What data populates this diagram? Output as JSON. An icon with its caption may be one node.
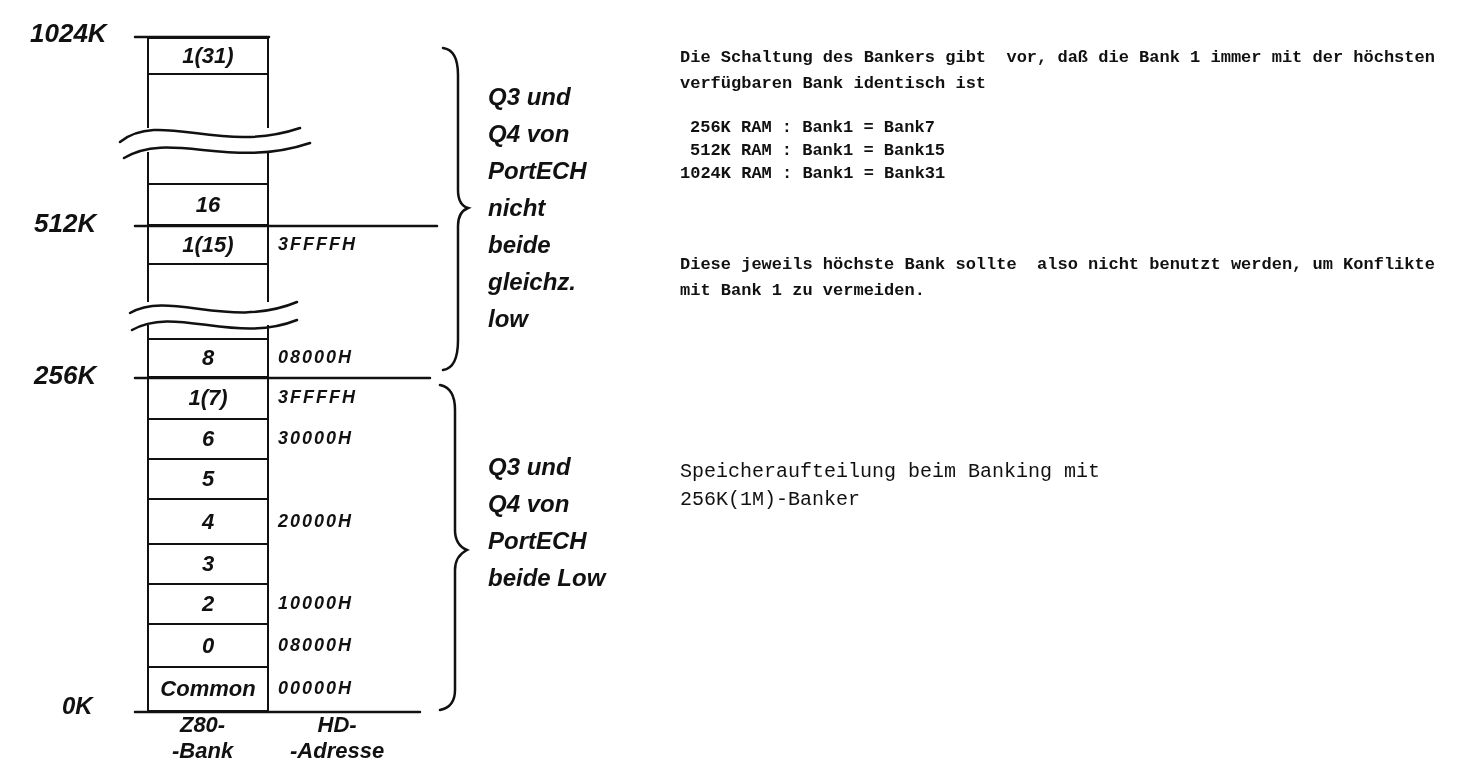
{
  "diagram": {
    "nodes": [
      {
        "text": [
          "1(31)"
        ]
      },
      {
        "text": [],
        "shape": "box"
      },
      {
        "text": [],
        "shape": "box"
      },
      {
        "text": [
          "16"
        ]
      },
      {
        "text": [
          "1(15)"
        ],
        "beside": [
          "3FFFFH"
        ]
      },
      {
        "text": [],
        "shape": "box"
      },
      {
        "text": [],
        "shape": "box"
      },
      {
        "text": [
          "8"
        ],
        "beside": [
          "08000H"
        ]
      },
      {
        "text": [
          "1(7)"
        ],
        "beside": [
          "3FFFFH"
        ]
      },
      {
        "text": [
          "6"
        ],
        "beside": [
          "30000H"
        ]
      },
      {
        "text": [
          "5"
        ]
      },
      {
        "text": [
          "4"
        ],
        "beside": [
          "20000H"
        ]
      },
      {
        "text": [
          "3"
        ]
      },
      {
        "text": [
          "2"
        ],
        "beside": [
          "10000H"
        ]
      },
      {
        "text": [
          "0"
        ],
        "beside": [
          "08000H"
        ]
      },
      {
        "text": [
          "Common"
        ],
        "beside": [
          "00000H"
        ]
      }
    ],
    "edges": [],
    "labels": [
      "1024K",
      "Q3 und Q4 von PortECH nicht beide gleichz. low",
      "Die Schaltung des Bankers gibt  vor, daß die Bank 1 immer mit der höchsten verfügbaren Bank identisch ist",
      "256K RAM : Bank1 = Bank7",
      "512K RAM : Bank1 = Bank15",
      "1024K RAM : Bank1 = Bank31",
      "512K",
      "Diese jeweils höchste Bank sollte  also nicht benutzt werden, um Konflikte mit Bank 1 zu vermeiden.",
      "256K",
      "Q3 und Q4 von PortECH beide Low",
      "Speicheraufteilung beim Banking mit 256K(1M)-Banker",
      "0K",
      "Z80- -Bank",
      "HD- -Adresse"
    ]
  }
}
